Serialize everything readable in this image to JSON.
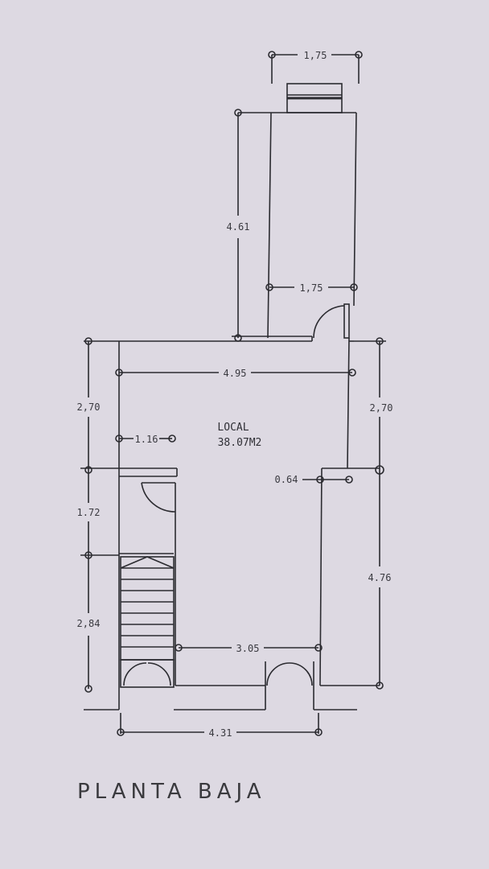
{
  "title": "PLANTA BAJA",
  "room": {
    "name": "LOCAL",
    "area": "38.07M2"
  },
  "dimensions": {
    "top_width": "1,75",
    "upper_height": "4.61",
    "mid_width": "1,75",
    "main_width": "4.95",
    "left_upper": "2,70",
    "right_upper": "2,70",
    "hall_width": "1.16",
    "left_mid": "1.72",
    "right_offset": "0.64",
    "left_lower": "2,84",
    "right_lower": "4.76",
    "front_inner": "3.05",
    "front_total": "4.31"
  },
  "colors": {
    "background": "#ddd9e2",
    "line": "#2b2b30"
  }
}
